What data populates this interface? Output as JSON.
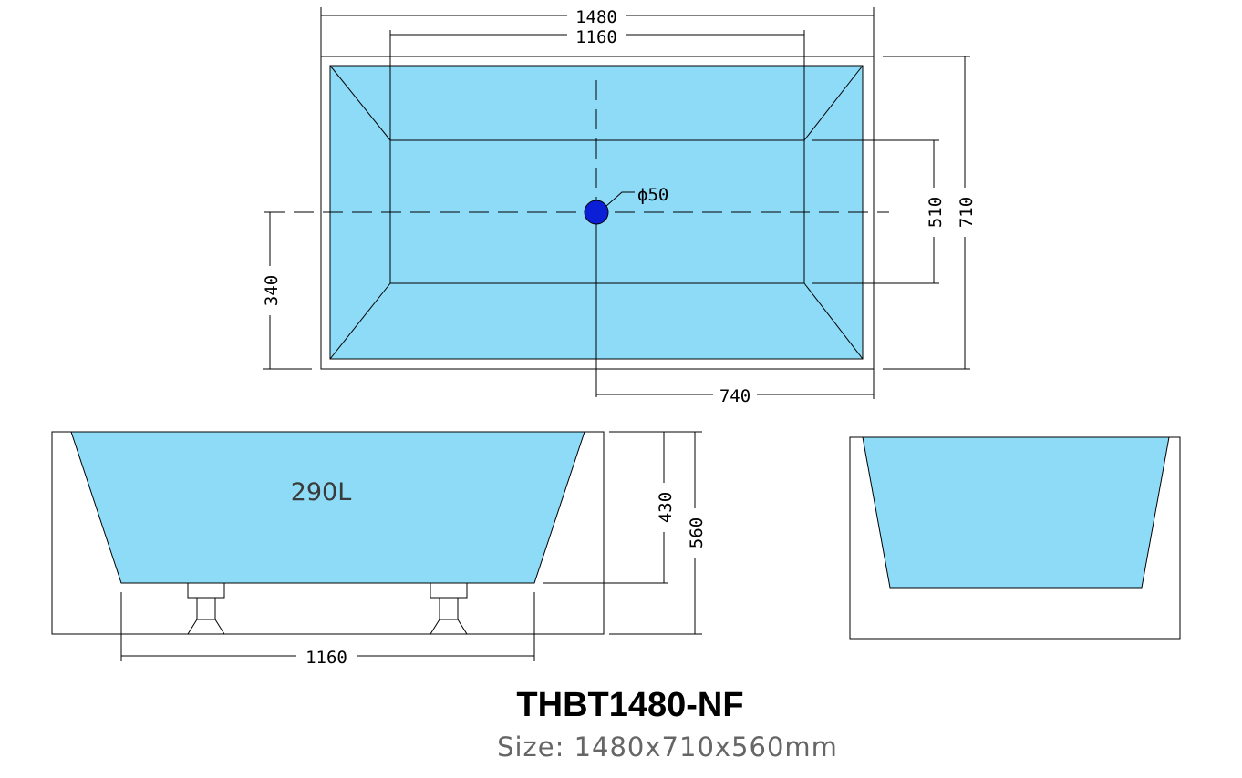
{
  "top_view": {
    "overall_length": "1480",
    "inner_length": "1160",
    "overall_width": "710",
    "inner_width": "510",
    "drain_offset_y": "340",
    "drain_offset_x": "740",
    "drain_diameter": "ϕ50"
  },
  "side_view": {
    "volume": "290L",
    "water_depth": "430",
    "total_height": "560",
    "bottom_length": "1160"
  },
  "title": {
    "model": "THBT1480-NF",
    "size": "Size: 1480x710x560mm"
  },
  "colors": {
    "tub_fill": "#8edbf7",
    "drain_fill": "#0b1fd6"
  }
}
